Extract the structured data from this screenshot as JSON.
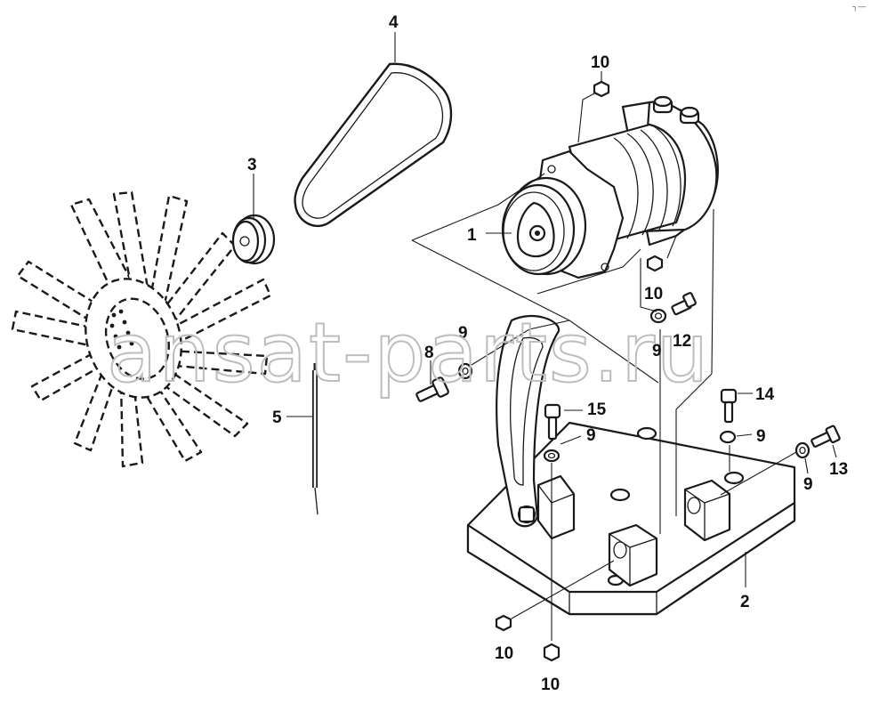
{
  "watermark": "ansat-parts.ru",
  "corner_mark": "┐—",
  "callouts": [
    {
      "id": "c1",
      "text": "1"
    },
    {
      "id": "c2",
      "text": "2"
    },
    {
      "id": "c3",
      "text": "3"
    },
    {
      "id": "c4",
      "text": "4"
    },
    {
      "id": "c5",
      "text": "5"
    },
    {
      "id": "c8",
      "text": "8"
    },
    {
      "id": "c9a",
      "text": "9"
    },
    {
      "id": "c9b",
      "text": "9"
    },
    {
      "id": "c9c",
      "text": "9"
    },
    {
      "id": "c9d",
      "text": "9"
    },
    {
      "id": "c9e",
      "text": "9"
    },
    {
      "id": "c10a",
      "text": "10"
    },
    {
      "id": "c10b",
      "text": "10"
    },
    {
      "id": "c10c",
      "text": "10"
    },
    {
      "id": "c10d",
      "text": "10"
    },
    {
      "id": "c12",
      "text": "12"
    },
    {
      "id": "c13",
      "text": "13"
    },
    {
      "id": "c14",
      "text": "14"
    },
    {
      "id": "c15",
      "text": "15"
    }
  ]
}
